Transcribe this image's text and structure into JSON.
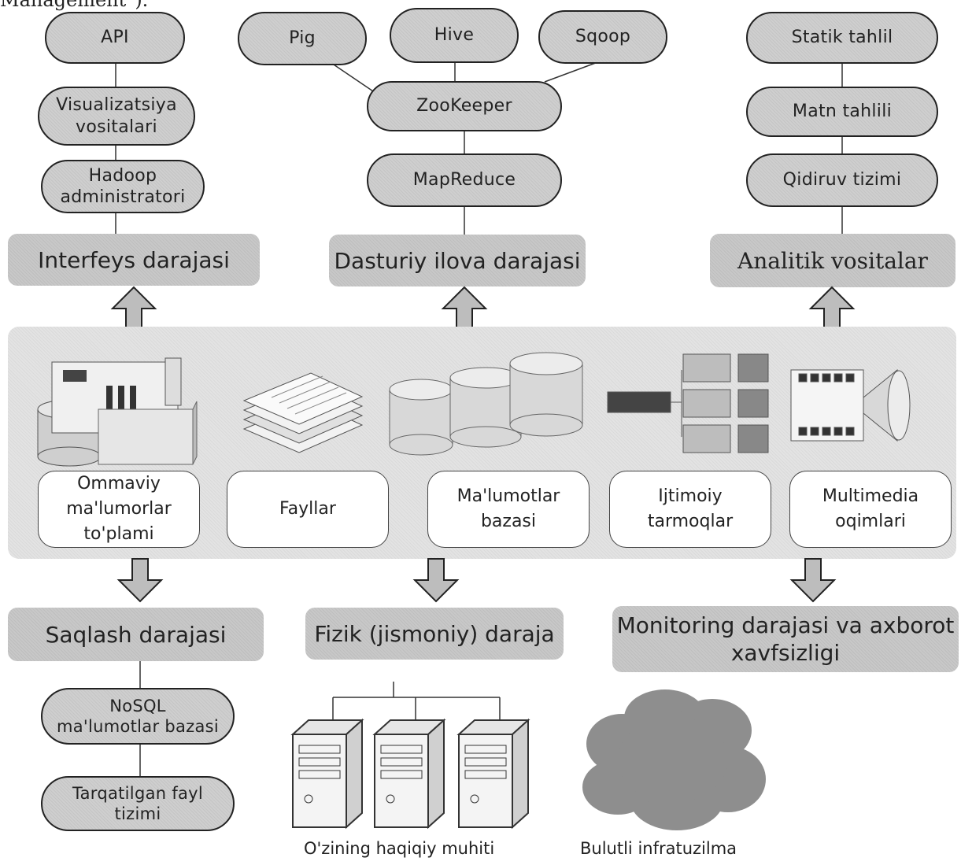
{
  "header_fragment": "Management\").",
  "interface": {
    "title": "Interfeys darajasi",
    "items": [
      "API",
      "Visualizatsiya\nvositalari",
      "Hadoop\nadministratori"
    ]
  },
  "software": {
    "title": "Dasturiy ilova darajasi",
    "top_items": [
      "Pig",
      "Hive",
      "Sqoop"
    ],
    "zookeeper": "ZooKeeper",
    "mapreduce": "MapReduce"
  },
  "analytics": {
    "title": "Analitik vositalar",
    "items": [
      "Statik tahlil",
      "Matn tahlili",
      "Qidiruv tizimi"
    ]
  },
  "sources": [
    "Ommaviy\nma'lumorlar\nto'plami",
    "Fayllar",
    "Ma'lumotlar\nbazasi",
    "Ijtimoiy\ntarmoqlar",
    "Multimedia\noqimlari"
  ],
  "storage": {
    "title": "Saqlash darajasi",
    "items": [
      "NoSQL\nma'lumotlar bazasi",
      "Tarqatilgan fayl\ntizimi"
    ]
  },
  "physical": {
    "title": "Fizik (jismoniy) daraja"
  },
  "monitoring": {
    "title": "Monitoring darajasi va axborot\nxavfsizligi"
  },
  "captions": {
    "onprem": "O'zining haqiqiy muhiti",
    "cloud": "Bulutli infratuzilma"
  }
}
